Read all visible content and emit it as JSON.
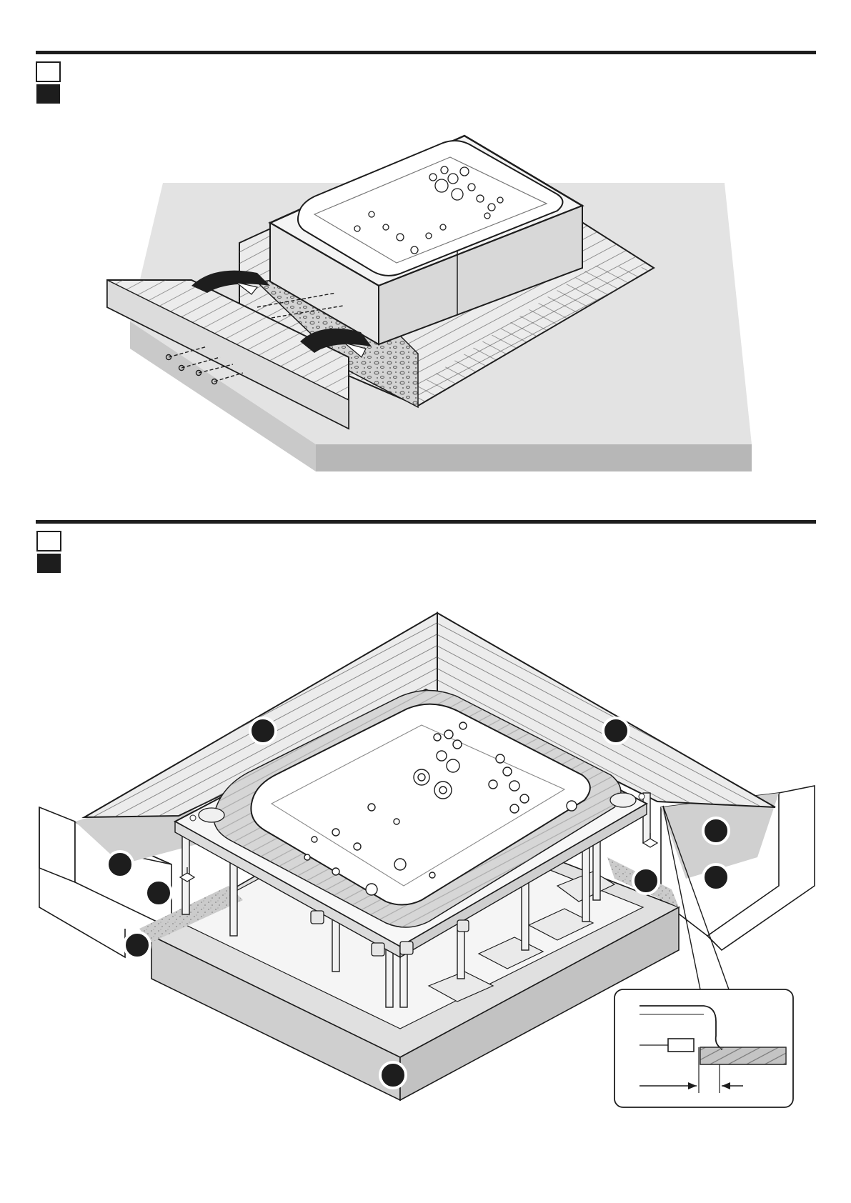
{
  "colors": {
    "ink": "#1d1d1d",
    "floor": "#e3e3e3",
    "floor_edge": "#b7b7b7",
    "tub_panel": "#e8e8e8",
    "tub_panel_shade": "#d4d4d4",
    "deck": "#ebebeb",
    "base": "#d9d9d9",
    "gravel": "#cfcfcf",
    "white": "#ffffff"
  },
  "icons": {
    "legend_empty": "empty-square-icon",
    "legend_filled": "filled-square-icon",
    "callout_marker": "black-dot-marker"
  },
  "sections": [
    {
      "id": "step-top",
      "legend": [
        "empty",
        "filled"
      ]
    },
    {
      "id": "step-bottom",
      "legend": [
        "empty",
        "filled"
      ],
      "callout_markers": 9
    }
  ]
}
